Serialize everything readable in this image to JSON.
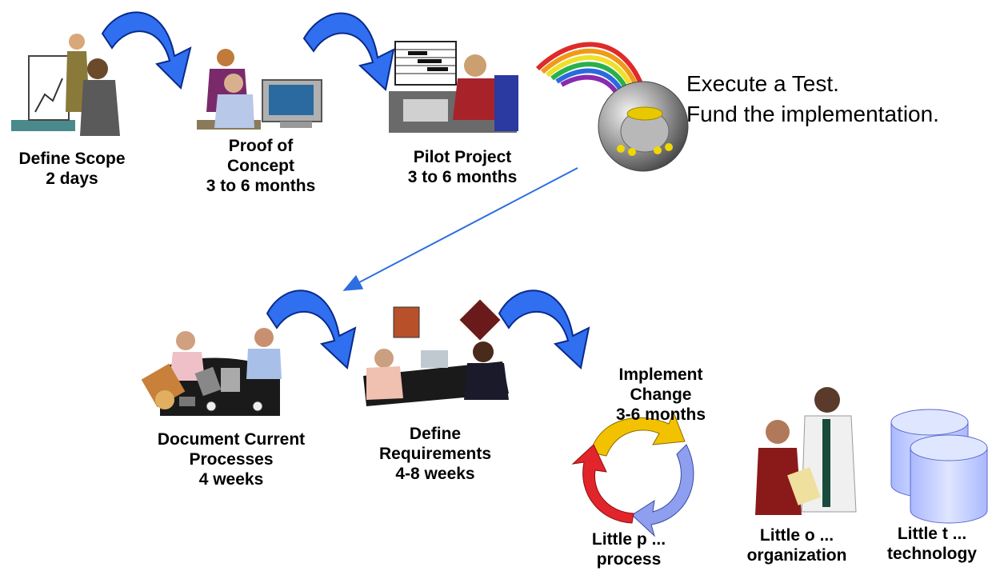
{
  "steps": [
    {
      "title": "Define Scope",
      "duration": "2 days"
    },
    {
      "title_line1": "Proof of",
      "title_line2": "Concept",
      "duration": "3 to 6 months"
    },
    {
      "title": "Pilot Project",
      "duration": "3 to 6 months"
    },
    {
      "title_line1": "Document Current",
      "title_line2": "Processes",
      "duration": "4 weeks"
    },
    {
      "title_line1": "Define",
      "title_line2": "Requirements",
      "duration": "4-8 weeks"
    },
    {
      "title_line1": "Implement",
      "title_line2": "Change",
      "duration": "3-6 months"
    }
  ],
  "note": {
    "line1": "Execute a Test.",
    "line2": "Fund the implementation."
  },
  "pillars": [
    {
      "label": "Little p ...",
      "sub": "process"
    },
    {
      "label": "Little o ...",
      "sub": "organization"
    },
    {
      "label": "Little t ...",
      "sub": "technology"
    }
  ],
  "colors": {
    "curved_arrow": "#2f6ff0",
    "connector": "#2d6fe0",
    "cycle_yellow": "#f2c200",
    "cycle_red": "#e2242b",
    "cycle_blue": "#8f9ff0",
    "database": "#c9d3ff"
  },
  "icons": [
    "presentation-clipart",
    "computer-clipart",
    "gantt-clipart",
    "pot-of-gold-clipart",
    "meeting-clipart",
    "conference-clipart",
    "cycle-icon",
    "people-clipart",
    "database-icon"
  ]
}
